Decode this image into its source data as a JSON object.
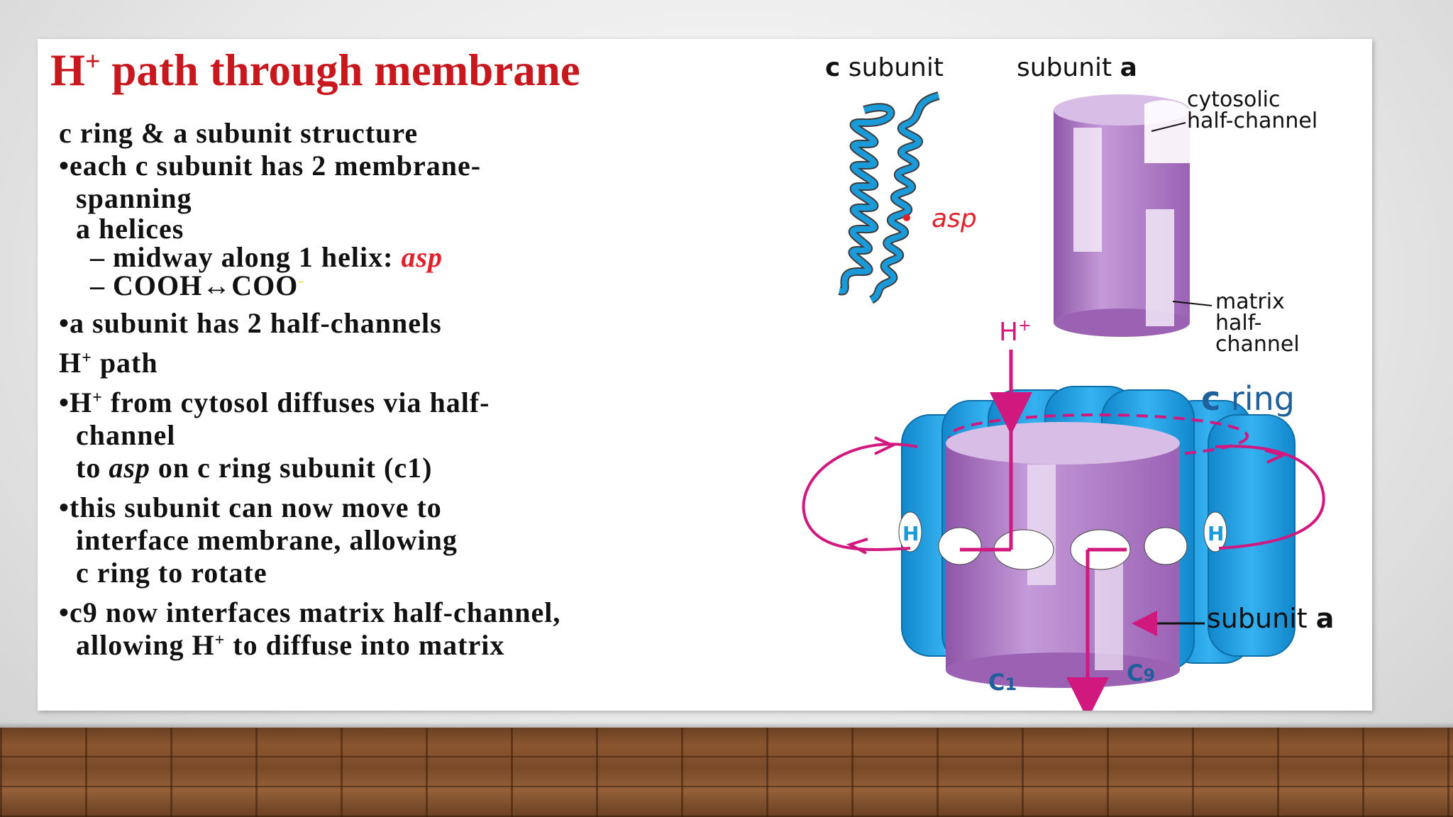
{
  "title": {
    "main": "path through membrane",
    "h": "H",
    "plus": "+"
  },
  "text": {
    "l1": "c ring & a subunit structure",
    "l2": "•each c subunit has 2 membrane-",
    "l3": "spanning",
    "l4": "a helices",
    "l5a": "– midway along 1 helix: ",
    "l5b": "asp",
    "l6a": "– COOH↔COO",
    "l6b": "-",
    "l7": "•a subunit has 2 half-channels",
    "l8a": "H",
    "l8b": "+",
    "l8c": " path",
    "l9a": "•H",
    "l9b": "+",
    "l9c": " from cytosol diffuses via half-",
    "l10": "channel",
    "l11a": "to ",
    "l11b": "asp",
    "l11c": " on c ring subunit (c1)",
    "l12": "•this subunit can now move to",
    "l13": "interface membrane, allowing",
    "l14": "c ring to rotate",
    "l15": "•c9 now interfaces matrix half-channel,",
    "l16a": "allowing H",
    "l16b": "+",
    "l16c": " to diffuse into matrix"
  },
  "diagram": {
    "c_bold": "c",
    "c_rest": " subunit",
    "a_rest": "subunit ",
    "a_bold": "a",
    "asp": "asp",
    "cyto1": "cytosolic",
    "cyto2": "half-channel",
    "matrix1": "matrix",
    "matrix2": "half-",
    "matrix3": "channel",
    "hplus_h": "H",
    "hplus_plus": "+",
    "cring_c": "c",
    "cring_rest": " ring",
    "suba_rest": "subunit ",
    "suba_bold": "a",
    "c1_c": "C",
    "c1_n": "1",
    "c9_c": "C",
    "c9_n": "9",
    "h_mark": "H"
  },
  "colors": {
    "title": "#c8181e",
    "accent_red": "#e0202a",
    "helix_blue": "#1a9ad8",
    "ring_blue": "#23a3e8",
    "purple": "#b27ccb",
    "arrow_magenta": "#d0187f",
    "label_blue": "#1f5f9a"
  }
}
